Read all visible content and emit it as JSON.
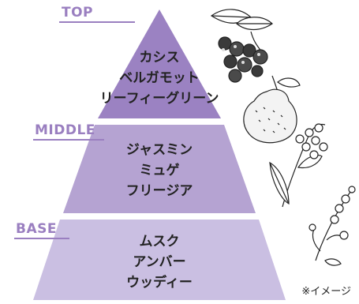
{
  "tiers": {
    "top": {
      "label": "TOP",
      "notes": [
        "カシス",
        "ベルガモット",
        "リーフィーグリーン"
      ]
    },
    "middle": {
      "label": "MIDDLE",
      "notes": [
        "ジャスミン",
        "ミュゲ",
        "フリージア"
      ]
    },
    "base": {
      "label": "BASE",
      "notes": [
        "ムスク",
        "アンバー",
        "ウッディー"
      ]
    }
  },
  "caption": "※イメージ",
  "colors": {
    "top_fill": "#9b82c2",
    "middle_fill": "#b5a3d2",
    "base_fill": "#cabfe2",
    "label": "#9a7fc0"
  },
  "icons": [
    "blackcurrant-icon",
    "bergamot-icon",
    "lily-of-the-valley-icon",
    "freesia-icon"
  ]
}
